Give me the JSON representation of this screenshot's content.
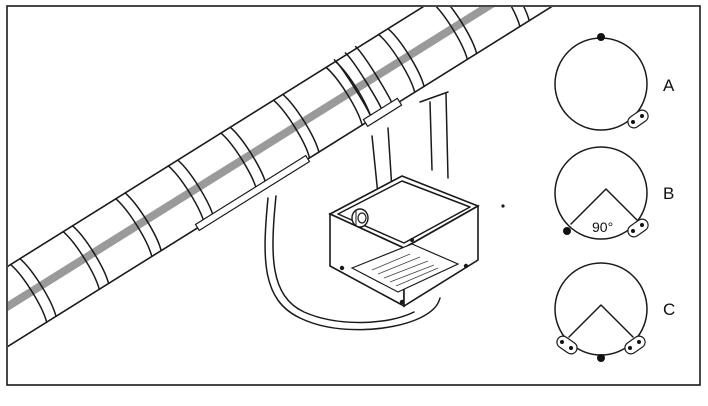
{
  "options": [
    {
      "label": "A"
    },
    {
      "label": "B",
      "angle_text": "90°"
    },
    {
      "label": "C"
    }
  ]
}
